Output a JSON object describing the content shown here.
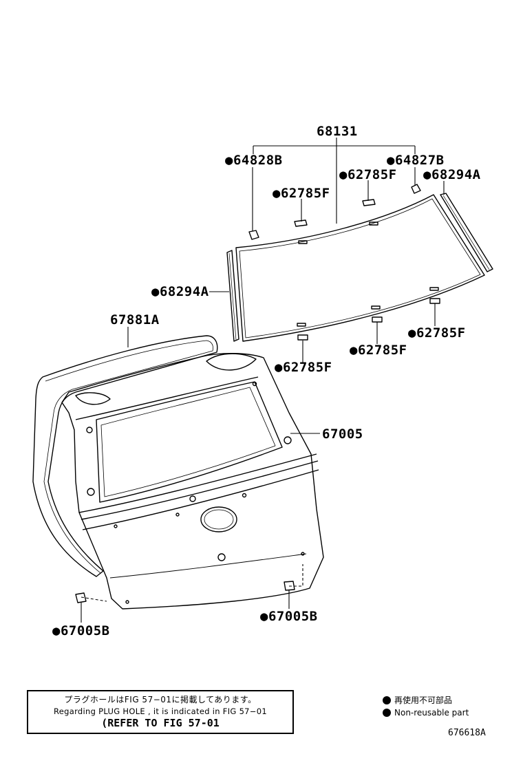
{
  "parts": {
    "p68131": "68131",
    "p64828B": "●64828B",
    "p64827B": "●64827B",
    "p62785F_a": "●62785F",
    "p62785F_b": "●62785F",
    "p68294A_r": "●68294A",
    "p68294A_l": "●68294A",
    "p67881A": "67881A",
    "p62785F_c": "●62785F",
    "p62785F_d": "●62785F",
    "p62785F_e": "●62785F",
    "p67005": "67005",
    "p67005B_l": "●67005B",
    "p67005B_r": "●67005B"
  },
  "note": {
    "line1": "プラグホールはFIG 57−01に掲載してあります。",
    "line2": "Regarding  PLUG  HOLE , it is indicated in  FIG  57−01",
    "line3": "(REFER TO FIG 57-01"
  },
  "legend": {
    "jp": "再使用不可部品",
    "en": "Non-reusable part"
  },
  "figure_id": "676618A"
}
